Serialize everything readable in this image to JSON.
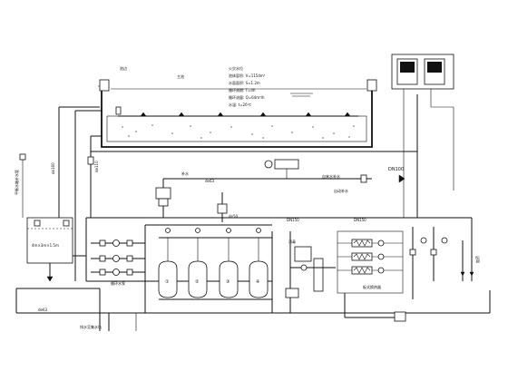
{
  "drawing": {
    "annotations": [
      "火灾水位",
      "池体容积: V=1154m³",
      "水面面积: S=1.2m",
      "循环周期: T=4h",
      "循环流量: Q=64m³/h",
      "水温: t=26℃"
    ],
    "pipe_labels": {
      "main_dn": "DN100",
      "dn150_a": "DN150",
      "dn150_b": "DN150",
      "de160": "de160",
      "de110": "de110",
      "de63": "de63",
      "de50": "de50",
      "de63b": "de63"
    },
    "tank_label": "4m×3m×1.5m",
    "equipment": {
      "filters": [
        "①",
        "②",
        "③",
        "④"
      ],
      "pumps_label": "循环水泵",
      "heater_label": "板式换热器",
      "source_label": "自来水补水",
      "drain_label": "排水至集水坑",
      "makeup_label": "自动补水",
      "left_vertical": "平衡水箱补水管"
    },
    "small_labels": [
      "补水",
      "消毒",
      "加药",
      "池边",
      "主池"
    ]
  }
}
